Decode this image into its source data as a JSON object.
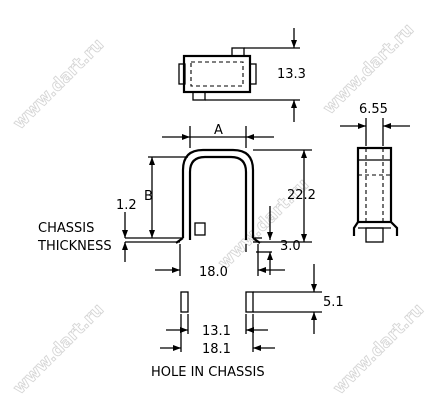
{
  "watermark": "www.dart.ru",
  "labels": {
    "dim_top_height": "13.3",
    "dim_width": "6.55",
    "dim_a": "A",
    "dim_b": "B",
    "dim_22_2": "22.2",
    "dim_1_2": "1.2",
    "chassis_line1": "CHASSIS",
    "chassis_line2": "THICKNESS",
    "dim_3_0": "3.0",
    "dim_18_0": "18.0",
    "dim_5_1": "5.1",
    "dim_13_1": "13.1",
    "dim_18_1": "18.1",
    "hole_caption": "HOLE IN CHASSIS"
  }
}
